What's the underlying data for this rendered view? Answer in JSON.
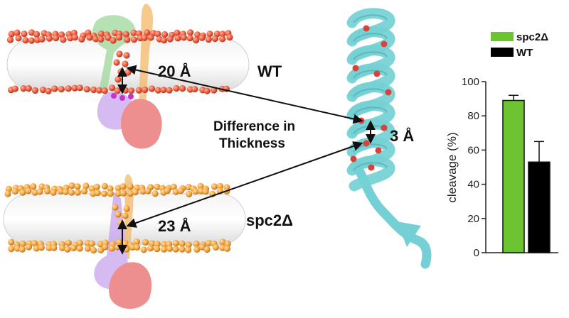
{
  "labels": {
    "wt_thickness": "20 Å",
    "wt_name": "WT",
    "difference_line1": "Difference in",
    "difference_line2": "Thickness",
    "helix_difference": "3 Å",
    "spc2_thickness": "23 Å",
    "spc2_name": "spc2Δ"
  },
  "colors": {
    "wt_headgroup": "#e8583a",
    "spc2_headgroup": "#f2a23c",
    "helix": "#74d0d4",
    "helix_dot": "#d9413a",
    "membrane_core": "#e6e6e6",
    "protein_green": "#9ed89a",
    "protein_orange": "#f3b96a",
    "protein_purple": "#c9a3ee",
    "protein_red": "#e86a6a",
    "magenta_residues": "#c832c8"
  },
  "chart_data": {
    "type": "bar",
    "categories": [
      "spc2Δ",
      "WT"
    ],
    "values": [
      89,
      53
    ],
    "errors": [
      3,
      12
    ],
    "colors": [
      "#6cc530",
      "#000000"
    ],
    "ylabel": "cleavage (%)",
    "ylim": [
      0,
      100
    ],
    "yticks": [
      0,
      20,
      40,
      60,
      80,
      100
    ],
    "legend": [
      {
        "label": "spc2Δ",
        "color": "#6cc530"
      },
      {
        "label": "WT",
        "color": "#000000"
      }
    ],
    "legend_position": "top",
    "grid": false
  }
}
